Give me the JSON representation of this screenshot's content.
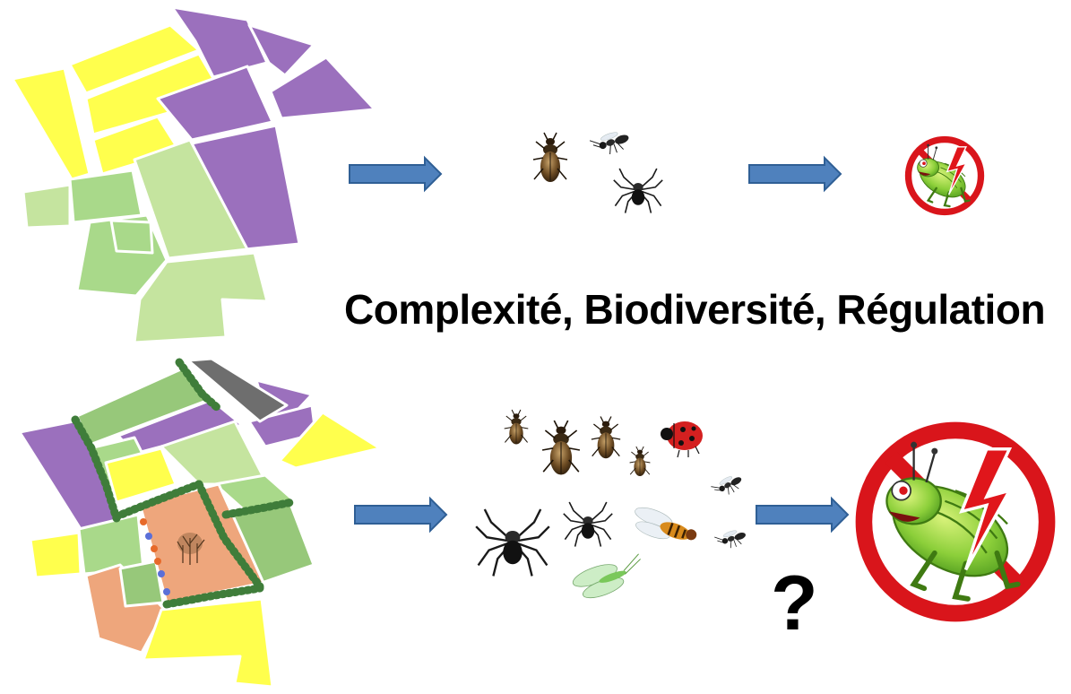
{
  "headline": "Complexité, Biodiversité, Régulation",
  "question_mark": "?",
  "colors": {
    "yellow": "#ffff4d",
    "purple": "#9b70bd",
    "green_light": "#c5e49f",
    "green_mid": "#a9d98a",
    "green_dark": "#97c87a",
    "orange": "#eea67c",
    "grey": "#6e6e6e",
    "hedge": "#3f7d3a",
    "arrow_fill": "#4f81bd",
    "arrow_stroke": "#2f5f95"
  },
  "rows": [
    {
      "landscape": "simple-landscape",
      "insects": [
        "carabid-beetle-icon",
        "parasitoid-wasp-icon",
        "spider-icon"
      ],
      "result": "pest-regulation-icon-small"
    },
    {
      "landscape": "complex-landscape",
      "insects": [
        "carabid-beetle-icon",
        "carabid-beetle-icon",
        "carabid-beetle-icon",
        "carabid-beetle-icon",
        "ladybird-icon",
        "parasitoid-wasp-icon",
        "spider-icon",
        "spider-icon",
        "hoverfly-icon",
        "parasitoid-wasp-icon",
        "lacewing-icon"
      ],
      "result": "pest-regulation-icon-large"
    }
  ]
}
